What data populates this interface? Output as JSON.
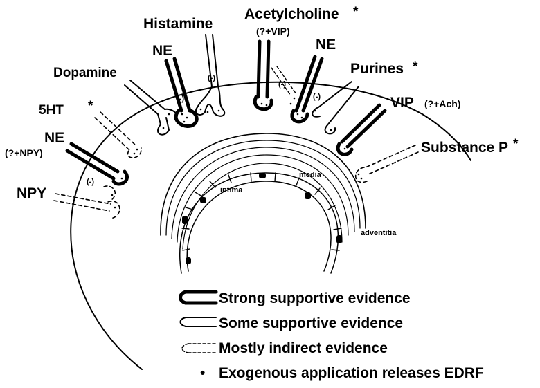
{
  "labels": {
    "histamine": "Histamine",
    "acetylcholine": "Acetylcholine",
    "acetylcholine_note": "(?+VIP)",
    "ne_top_left": "NE",
    "ne_top_right": "NE",
    "dopamine": "Dopamine",
    "purines": "Purines",
    "serotonin": "5HT",
    "vip": "VIP",
    "vip_note": "(?+Ach)",
    "ne_left": "NE",
    "ne_left_note": "(?+NPY)",
    "substance_p": "Substance P",
    "npy": "NPY",
    "inhibit_mark": "(-)",
    "star": "*"
  },
  "layers": {
    "intima": "intima",
    "media": "media",
    "adventitia": "adventitia"
  },
  "legend": {
    "strong": "Strong supportive evidence",
    "some": "Some supportive evidence",
    "indirect": "Mostly indirect evidence",
    "exogenous": "Exogenous application releases EDRF",
    "bullet": "•"
  },
  "colors": {
    "ink": "#000000",
    "paper": "#ffffff"
  }
}
